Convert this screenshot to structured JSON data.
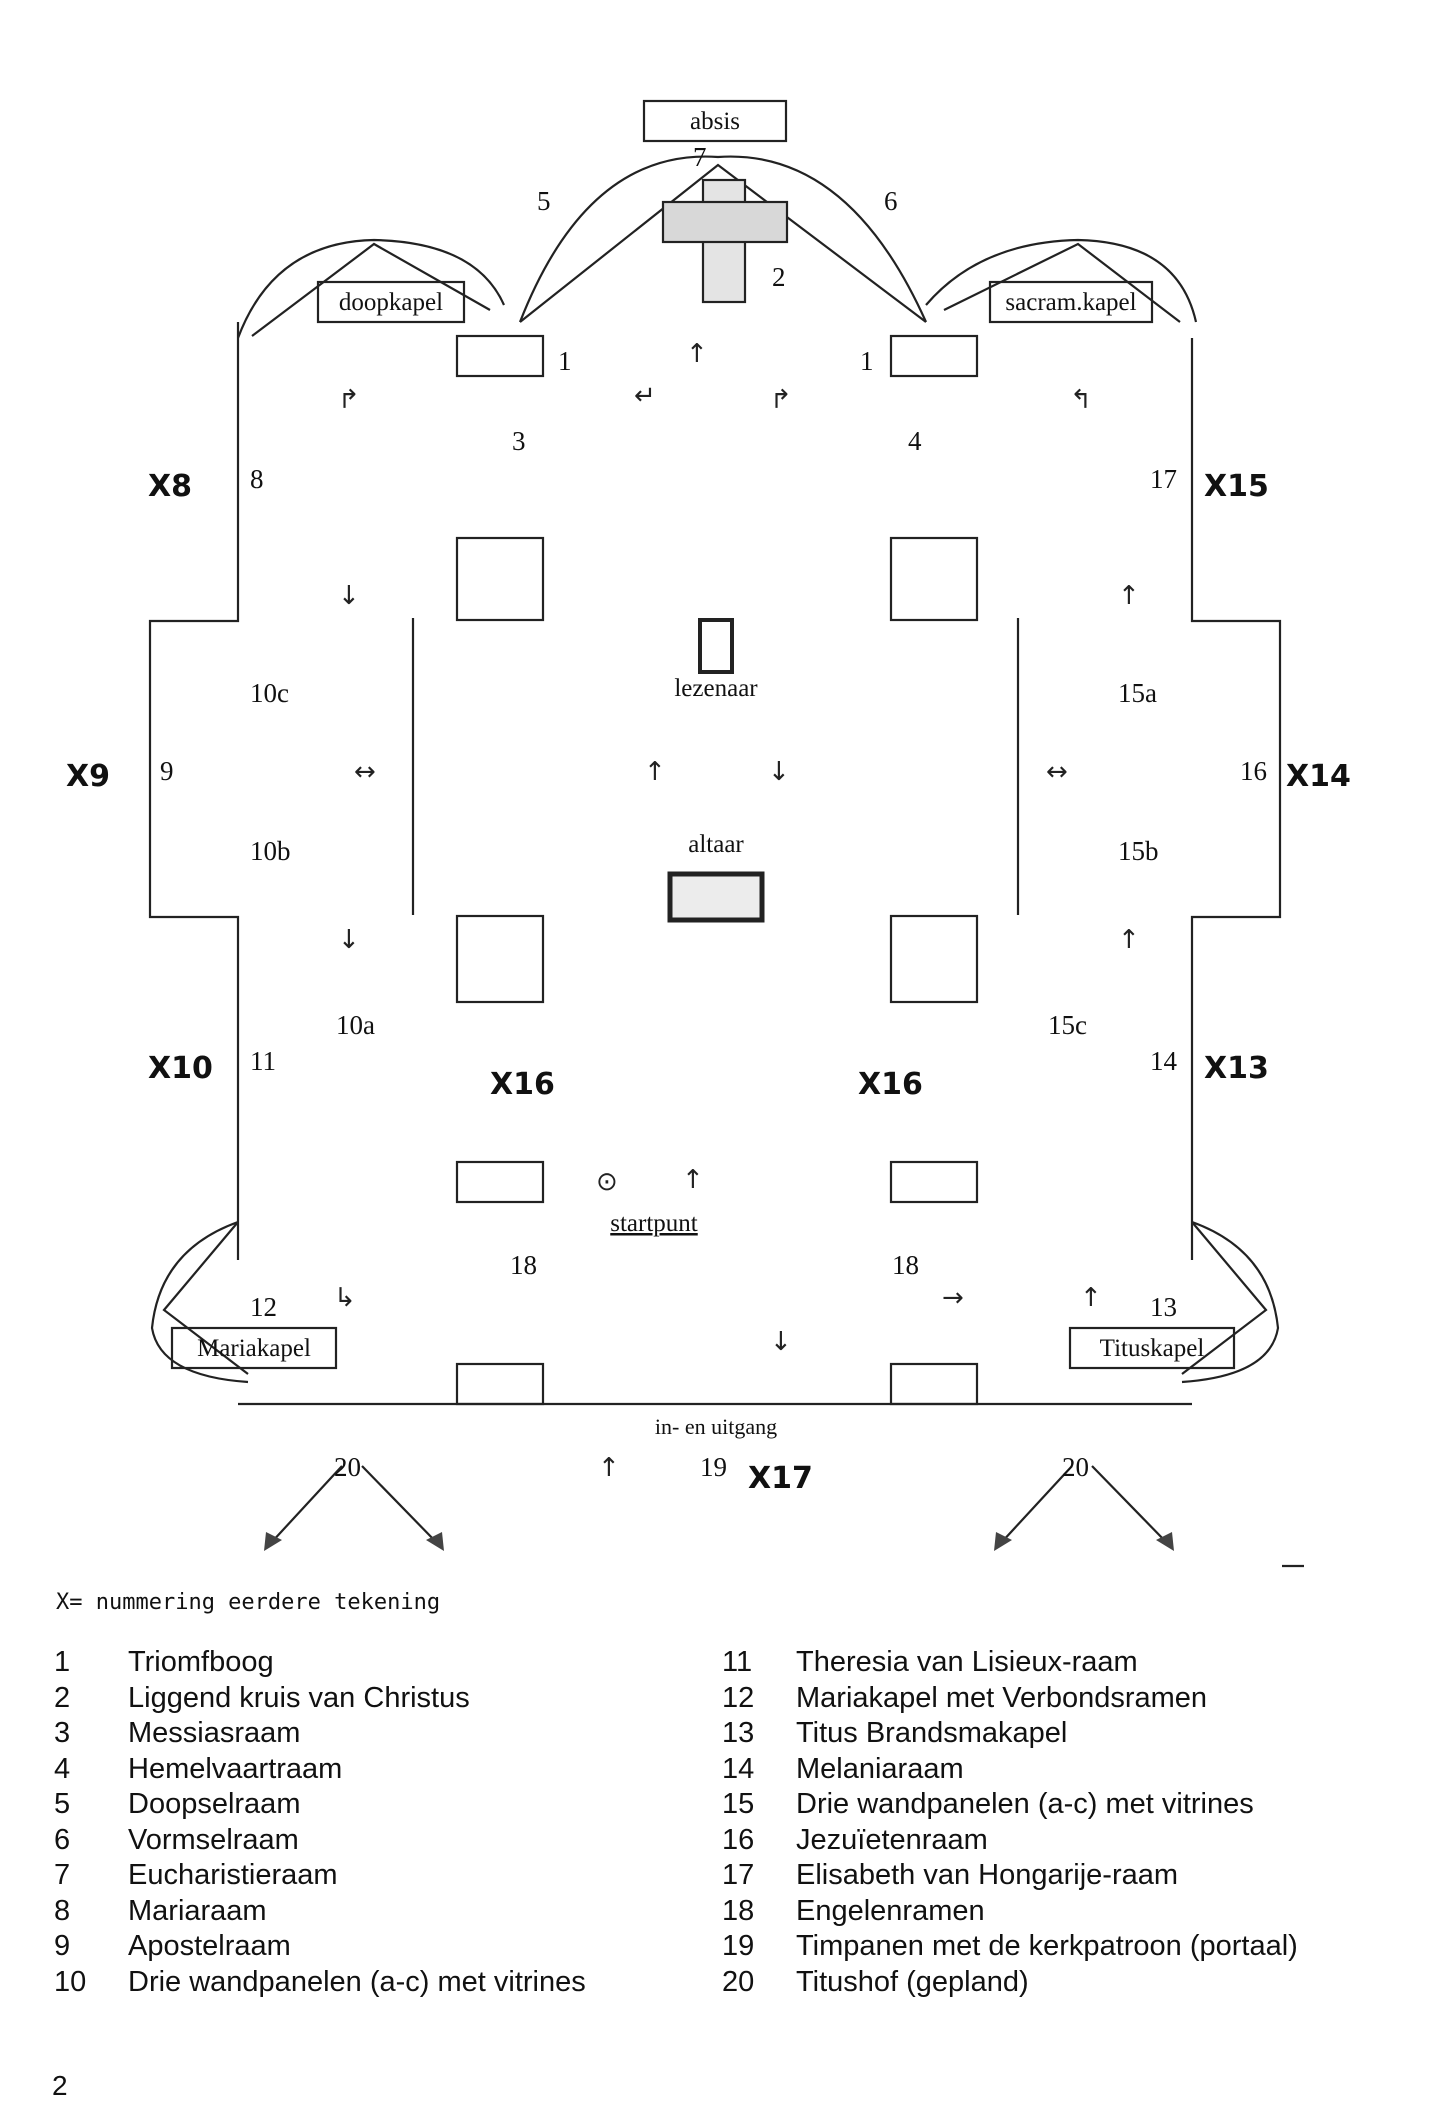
{
  "plan": {
    "room_labels": {
      "absis": "absis",
      "doopkapel": "doopkapel",
      "sacramkapel": "sacram.kapel",
      "lezenaar": "lezenaar",
      "altaar": "altaar",
      "startpunt": "startpunt",
      "mariakapel": "Mariakapel",
      "tituskapel": "Tituskapel",
      "entrance": "in- en uitgang"
    },
    "numbers": {
      "n7": "7",
      "n5": "5",
      "n6": "6",
      "n2": "2",
      "n1a": "1",
      "n1b": "1",
      "n3": "3",
      "n4": "4",
      "n8": "8",
      "n17": "17",
      "n10c": "10c",
      "n15a": "15a",
      "n9": "9",
      "n16": "16",
      "n10b": "10b",
      "n15b": "15b",
      "n10a": "10a",
      "n15c": "15c",
      "n11": "11",
      "n14": "14",
      "n18a": "18",
      "n18b": "18",
      "n12": "12",
      "n13": "13",
      "n19": "19",
      "n20a": "20",
      "n20b": "20"
    },
    "old_numbers": {
      "x8": "X8",
      "x15": "X15",
      "x9": "X9",
      "x14": "X14",
      "x10": "X10",
      "x13": "X13",
      "x16a": "X16",
      "x16b": "X16",
      "x17": "X17"
    },
    "arrows": {
      "up": "↑",
      "down": "↓",
      "leftright": "↔",
      "return_left": "↵",
      "corner_down_right": "↱",
      "hook_left": "↰",
      "corner_right": "↳",
      "right": "→",
      "start_marker": "⊙"
    }
  },
  "legend": {
    "note": "X= nummering eerdere tekening",
    "items_left": [
      {
        "num": "1",
        "label": "Triomfboog"
      },
      {
        "num": "2",
        "label": "Liggend kruis van Christus"
      },
      {
        "num": "3",
        "label": "Messiasraam"
      },
      {
        "num": "4",
        "label": "Hemelvaartraam"
      },
      {
        "num": "5",
        "label": "Doopselraam"
      },
      {
        "num": "6",
        "label": "Vormselraam"
      },
      {
        "num": "7",
        "label": "Eucharistieraam"
      },
      {
        "num": "8",
        "label": "Mariaraam"
      },
      {
        "num": "9",
        "label": "Apostelraam"
      },
      {
        "num": "10",
        "label": "Drie wandpanelen (a-c) met vitrines"
      }
    ],
    "items_right": [
      {
        "num": "11",
        "label": "Theresia van Lisieux-raam"
      },
      {
        "num": "12",
        "label": "Mariakapel met Verbondsramen"
      },
      {
        "num": "13",
        "label": "Titus Brandsmakapel"
      },
      {
        "num": "14",
        "label": "Melaniaraam"
      },
      {
        "num": "15",
        "label": "Drie wandpanelen (a-c) met vitrines"
      },
      {
        "num": "16",
        "label": "Jezuïetenraam"
      },
      {
        "num": "17",
        "label": "Elisabeth van Hongarije-raam"
      },
      {
        "num": "18",
        "label": "Engelenramen"
      },
      {
        "num": "19",
        "label": "Timpanen met de kerkpatroon (portaal)"
      },
      {
        "num": "20",
        "label": "Titushof (gepland)"
      }
    ]
  },
  "page_number": "2"
}
